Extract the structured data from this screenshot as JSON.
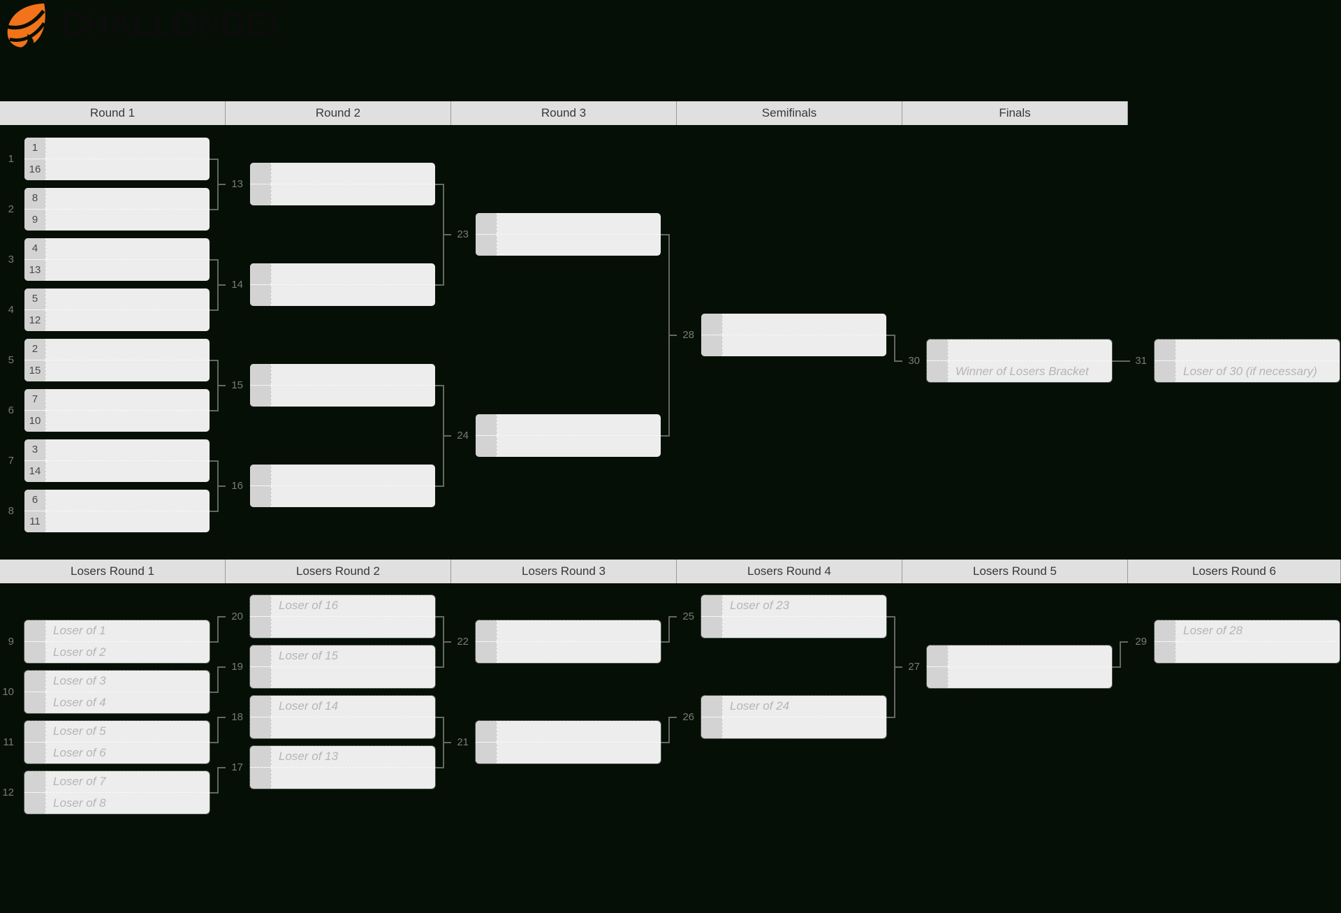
{
  "app": {
    "logo_text": "CHALLONGE!"
  },
  "colors": {
    "page_background": "#050f05",
    "header_background": "#e0e0e0",
    "header_text": "#383838",
    "match_row_background": "#ededed",
    "seed_cell_background": "#d3d3d3",
    "seed_text": "#4a4a4a",
    "placeholder_text": "#b5b5b5",
    "match_label_text": "#7a7a7a",
    "connector_line": "#666666",
    "logo_orange": "#f2731a",
    "logo_text_color": "#0c0c0c"
  },
  "winners_bracket": {
    "round_headers": [
      "Round 1",
      "Round 2",
      "Round 3",
      "Semifinals",
      "Finals"
    ]
  },
  "losers_bracket": {
    "round_headers": [
      "Losers Round 1",
      "Losers Round 2",
      "Losers Round 3",
      "Losers Round 4",
      "Losers Round 5",
      "Losers Round 6"
    ]
  },
  "matches": [
    {
      "id": 1,
      "label": "1",
      "tbd": false,
      "slots": [
        {
          "seed": "1",
          "name": ""
        },
        {
          "seed": "16",
          "name": ""
        }
      ]
    },
    {
      "id": 2,
      "label": "2",
      "tbd": false,
      "slots": [
        {
          "seed": "8",
          "name": ""
        },
        {
          "seed": "9",
          "name": ""
        }
      ]
    },
    {
      "id": 3,
      "label": "3",
      "tbd": false,
      "slots": [
        {
          "seed": "4",
          "name": ""
        },
        {
          "seed": "13",
          "name": ""
        }
      ]
    },
    {
      "id": 4,
      "label": "4",
      "tbd": false,
      "slots": [
        {
          "seed": "5",
          "name": ""
        },
        {
          "seed": "12",
          "name": ""
        }
      ]
    },
    {
      "id": 5,
      "label": "5",
      "tbd": false,
      "slots": [
        {
          "seed": "2",
          "name": ""
        },
        {
          "seed": "15",
          "name": ""
        }
      ]
    },
    {
      "id": 6,
      "label": "6",
      "tbd": false,
      "slots": [
        {
          "seed": "7",
          "name": ""
        },
        {
          "seed": "10",
          "name": ""
        }
      ]
    },
    {
      "id": 7,
      "label": "7",
      "tbd": false,
      "slots": [
        {
          "seed": "3",
          "name": ""
        },
        {
          "seed": "14",
          "name": ""
        }
      ]
    },
    {
      "id": 8,
      "label": "8",
      "tbd": false,
      "slots": [
        {
          "seed": "6",
          "name": ""
        },
        {
          "seed": "11",
          "name": ""
        }
      ]
    },
    {
      "id": 13,
      "label": "13",
      "tbd": false,
      "slots": [
        {
          "seed": "",
          "name": ""
        },
        {
          "seed": "",
          "name": ""
        }
      ]
    },
    {
      "id": 14,
      "label": "14",
      "tbd": false,
      "slots": [
        {
          "seed": "",
          "name": ""
        },
        {
          "seed": "",
          "name": ""
        }
      ]
    },
    {
      "id": 15,
      "label": "15",
      "tbd": false,
      "slots": [
        {
          "seed": "",
          "name": ""
        },
        {
          "seed": "",
          "name": ""
        }
      ]
    },
    {
      "id": 16,
      "label": "16",
      "tbd": false,
      "slots": [
        {
          "seed": "",
          "name": ""
        },
        {
          "seed": "",
          "name": ""
        }
      ]
    },
    {
      "id": 23,
      "label": "23",
      "tbd": false,
      "slots": [
        {
          "seed": "",
          "name": ""
        },
        {
          "seed": "",
          "name": ""
        }
      ]
    },
    {
      "id": 24,
      "label": "24",
      "tbd": false,
      "slots": [
        {
          "seed": "",
          "name": ""
        },
        {
          "seed": "",
          "name": ""
        }
      ]
    },
    {
      "id": 28,
      "label": "28",
      "tbd": false,
      "slots": [
        {
          "seed": "",
          "name": ""
        },
        {
          "seed": "",
          "name": ""
        }
      ]
    },
    {
      "id": 30,
      "label": "30",
      "tbd": true,
      "slots": [
        {
          "seed": "",
          "name": ""
        },
        {
          "seed": "",
          "name": "Winner of Losers Bracket"
        }
      ]
    },
    {
      "id": 31,
      "label": "31",
      "tbd": true,
      "slots": [
        {
          "seed": "",
          "name": ""
        },
        {
          "seed": "",
          "name": "Loser of 30 (if necessary)"
        }
      ]
    },
    {
      "id": 9,
      "label": "9",
      "tbd": true,
      "slots": [
        {
          "seed": "",
          "name": "Loser of 1"
        },
        {
          "seed": "",
          "name": "Loser of 2"
        }
      ]
    },
    {
      "id": 10,
      "label": "10",
      "tbd": true,
      "slots": [
        {
          "seed": "",
          "name": "Loser of 3"
        },
        {
          "seed": "",
          "name": "Loser of 4"
        }
      ]
    },
    {
      "id": 11,
      "label": "11",
      "tbd": true,
      "slots": [
        {
          "seed": "",
          "name": "Loser of 5"
        },
        {
          "seed": "",
          "name": "Loser of 6"
        }
      ]
    },
    {
      "id": 12,
      "label": "12",
      "tbd": true,
      "slots": [
        {
          "seed": "",
          "name": "Loser of 7"
        },
        {
          "seed": "",
          "name": "Loser of 8"
        }
      ]
    },
    {
      "id": 20,
      "label": "20",
      "tbd": true,
      "slots": [
        {
          "seed": "",
          "name": "Loser of 16"
        },
        {
          "seed": "",
          "name": ""
        }
      ]
    },
    {
      "id": 19,
      "label": "19",
      "tbd": true,
      "slots": [
        {
          "seed": "",
          "name": "Loser of 15"
        },
        {
          "seed": "",
          "name": ""
        }
      ]
    },
    {
      "id": 18,
      "label": "18",
      "tbd": true,
      "slots": [
        {
          "seed": "",
          "name": "Loser of 14"
        },
        {
          "seed": "",
          "name": ""
        }
      ]
    },
    {
      "id": 17,
      "label": "17",
      "tbd": true,
      "slots": [
        {
          "seed": "",
          "name": "Loser of 13"
        },
        {
          "seed": "",
          "name": ""
        }
      ]
    },
    {
      "id": 22,
      "label": "22",
      "tbd": true,
      "slots": [
        {
          "seed": "",
          "name": ""
        },
        {
          "seed": "",
          "name": ""
        }
      ]
    },
    {
      "id": 21,
      "label": "21",
      "tbd": true,
      "slots": [
        {
          "seed": "",
          "name": ""
        },
        {
          "seed": "",
          "name": ""
        }
      ]
    },
    {
      "id": 25,
      "label": "25",
      "tbd": true,
      "slots": [
        {
          "seed": "",
          "name": "Loser of 23"
        },
        {
          "seed": "",
          "name": ""
        }
      ]
    },
    {
      "id": 26,
      "label": "26",
      "tbd": true,
      "slots": [
        {
          "seed": "",
          "name": "Loser of 24"
        },
        {
          "seed": "",
          "name": ""
        }
      ]
    },
    {
      "id": 27,
      "label": "27",
      "tbd": true,
      "slots": [
        {
          "seed": "",
          "name": ""
        },
        {
          "seed": "",
          "name": ""
        }
      ]
    },
    {
      "id": 29,
      "label": "29",
      "tbd": true,
      "slots": [
        {
          "seed": "",
          "name": "Loser of 28"
        },
        {
          "seed": "",
          "name": ""
        }
      ]
    }
  ]
}
